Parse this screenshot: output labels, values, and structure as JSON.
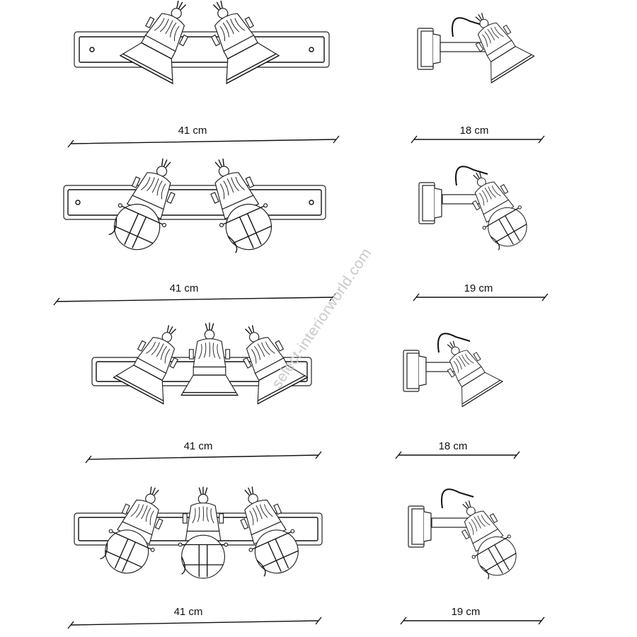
{
  "rows": [
    {
      "model": "double-spot",
      "width_label": "41 cm",
      "depth_label": "18 cm"
    },
    {
      "model": "double-spot-with-cage",
      "width_label": "41 cm",
      "depth_label": "19 cm"
    },
    {
      "model": "triple-spot",
      "width_label": "41 cm",
      "depth_label": "18 cm"
    },
    {
      "model": "triple-spot-with-cage",
      "width_label": "41 cm",
      "depth_label": "19 cm"
    }
  ],
  "watermark": "select-interiorworld.com"
}
